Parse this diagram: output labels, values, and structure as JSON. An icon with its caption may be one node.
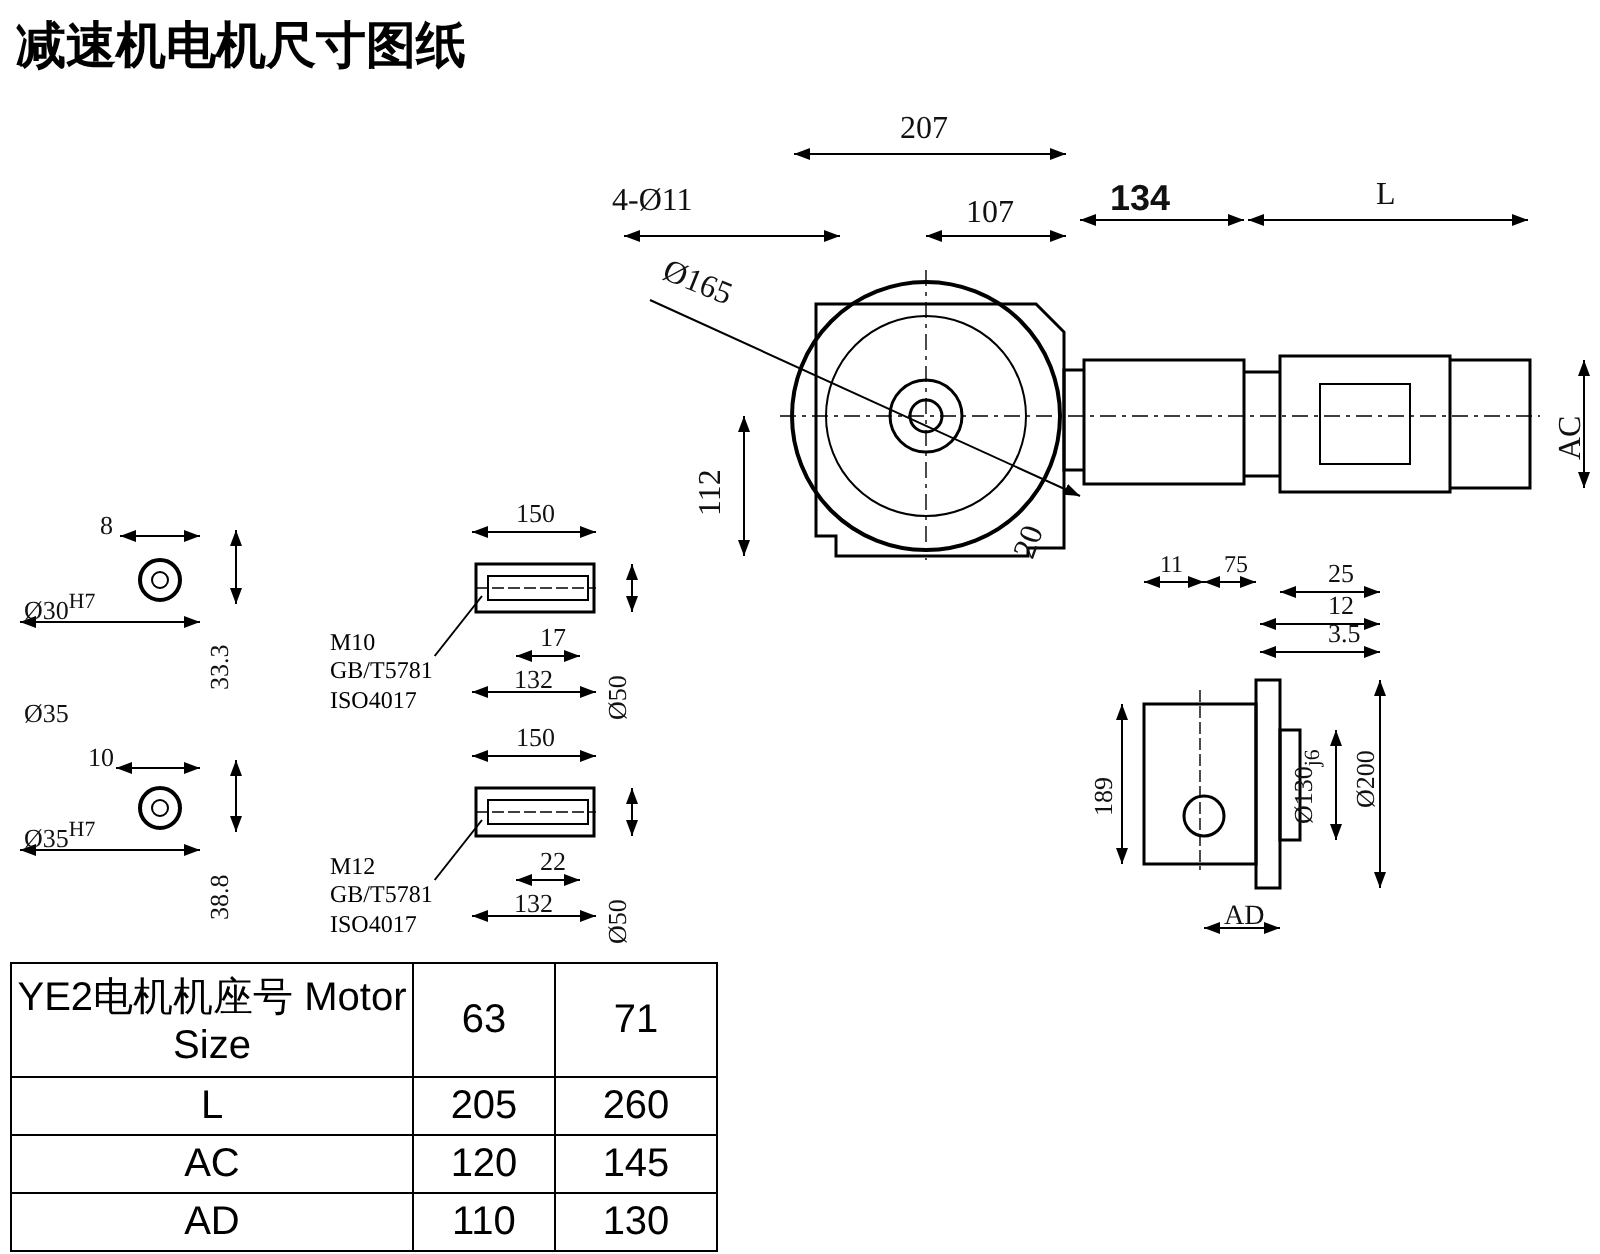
{
  "diagram": {
    "title": "减速机电机尺寸图纸",
    "nodes": [
      {
        "text": [
          "M10",
          "GB/T5781",
          "ISO4017"
        ]
      },
      {
        "text": [
          "M12",
          "GB/T5781",
          "ISO4017"
        ]
      }
    ],
    "edges": [
      {
        "from": 0,
        "to": null,
        "arrow": "none"
      },
      {
        "from": 1,
        "to": null,
        "arrow": "none"
      }
    ],
    "labels": [
      "207",
      "4-Ø11",
      "107",
      "134",
      "L",
      "Ø165",
      "112",
      "AC",
      "20",
      "8",
      "Ø30$^{H7}$",
      "33.3",
      "150",
      "17",
      "132",
      "Ø50",
      "Ø35",
      "11",
      "75",
      "25",
      "12",
      "3.5",
      "10",
      "Ø35$^{H7}$",
      "38.8",
      "150",
      "22",
      "132",
      "Ø50",
      "189",
      "Ø130$_{j6}$",
      "Ø200",
      "AD",
      "YE2电机机座号 Motor Size",
      "63",
      "71",
      "L",
      "205",
      "260",
      "AC",
      "120",
      "145",
      "AD",
      "110",
      "130"
    ]
  }
}
